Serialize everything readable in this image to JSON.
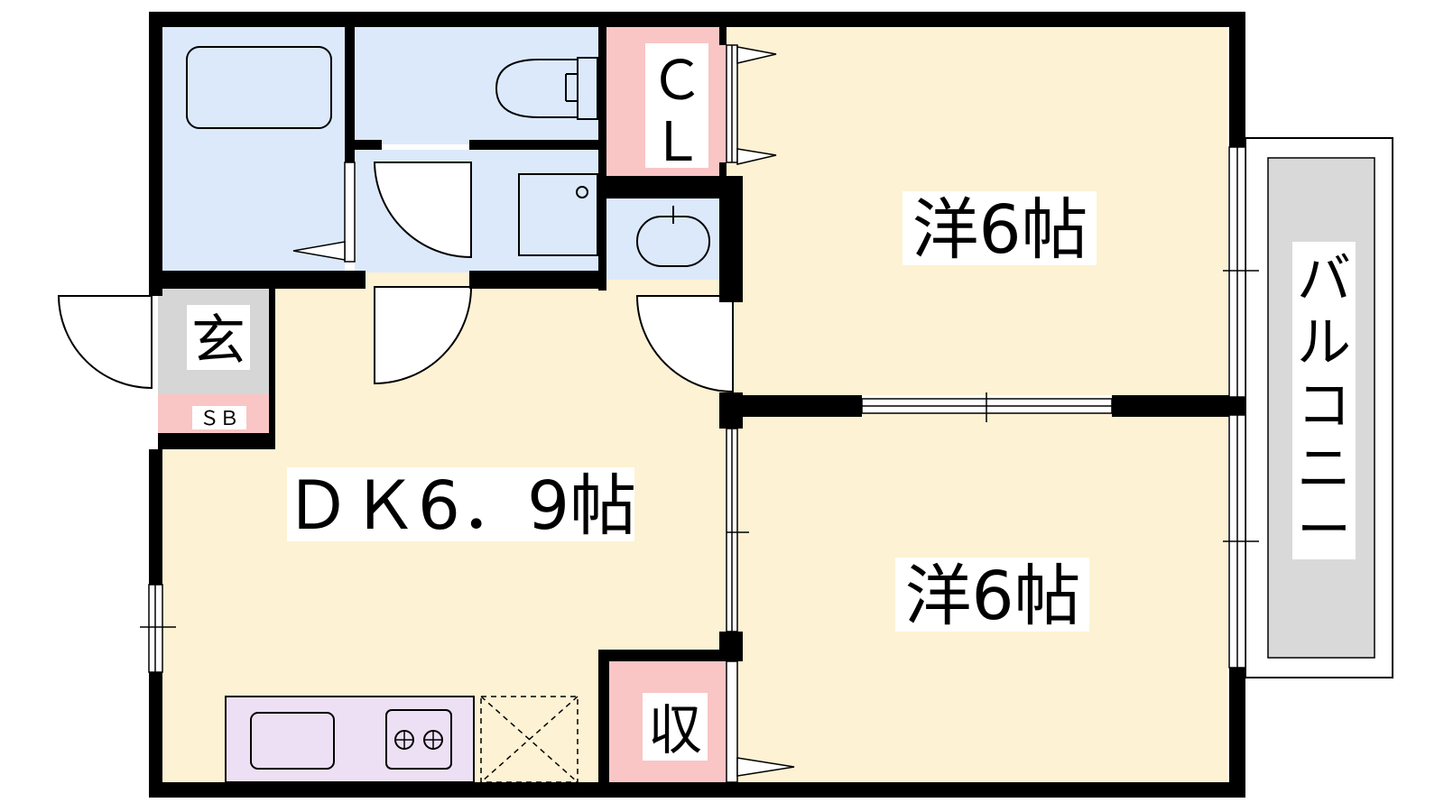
{
  "floorplan": {
    "rooms": {
      "western_room_1": "洋6帖",
      "western_room_2": "洋6帖",
      "dining_kitchen": "ＤＫ6．9帖",
      "closet_c": "Ｃ",
      "closet_l": "Ｌ",
      "entrance": "玄",
      "shoe_box": "ＳＢ",
      "storage": "収",
      "balcony": [
        "バ",
        "ル",
        "コ",
        "ニ",
        "ー"
      ]
    },
    "colors": {
      "wall": "#000000",
      "room_floor": "#fdf2d3",
      "wet_area": "#dce9fb",
      "closet": "#f9c5c5",
      "entrance_floor": "#d6d6d6",
      "kitchen_counter": "#ede0f5",
      "balcony": "#d9d9d9"
    }
  }
}
